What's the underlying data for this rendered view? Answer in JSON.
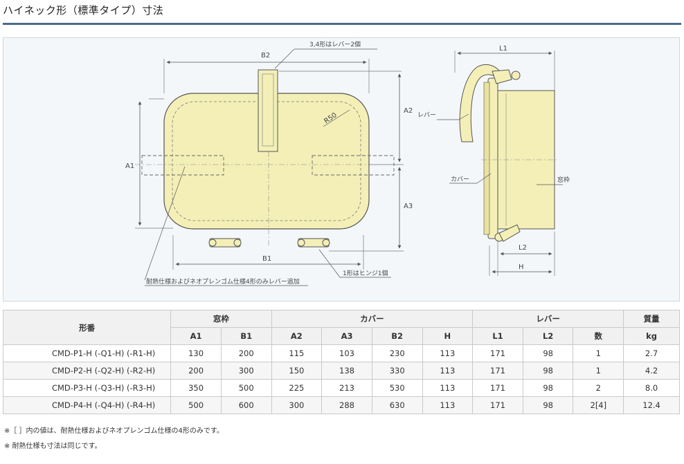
{
  "title": "ハイネック形（標準タイプ）寸法",
  "diagram": {
    "labels": {
      "b2": "B2",
      "lever_note": "3,4形はレバー2個",
      "r50": "R50",
      "a2": "A2",
      "a1": "A1",
      "a3": "A3",
      "b1": "B1",
      "hinge_note": "1形はヒンジ1個",
      "heat_note": "耐熱仕様およびネオプレンゴム仕様4形のみレバー追加",
      "l1": "L1",
      "lever": "レバー",
      "cover": "カバー",
      "frame": "窓枠",
      "l2": "L2",
      "h": "H"
    },
    "colors": {
      "fill": "#f3efb7",
      "stroke": "#555555",
      "line": "#666666"
    }
  },
  "table": {
    "headers": {
      "model": "形番",
      "frame": "窓枠",
      "cover": "カバー",
      "lever": "レバー",
      "mass": "質量",
      "a1": "A1",
      "b1": "B1",
      "a2": "A2",
      "a3": "A3",
      "b2": "B2",
      "h": "H",
      "l1": "L1",
      "l2": "L2",
      "count": "数",
      "kg": "kg"
    },
    "rows": [
      [
        "CMD-P1-H (-Q1-H) (-R1-H)",
        "130",
        "200",
        "115",
        "103",
        "230",
        "113",
        "171",
        "98",
        "1",
        "2.7"
      ],
      [
        "CMD-P2-H (-Q2-H) (-R2-H)",
        "200",
        "300",
        "150",
        "138",
        "330",
        "113",
        "171",
        "98",
        "1",
        "4.2"
      ],
      [
        "CMD-P3-H (-Q3-H) (-R3-H)",
        "350",
        "500",
        "225",
        "213",
        "530",
        "113",
        "171",
        "98",
        "2",
        "8.0"
      ],
      [
        "CMD-P4-H (-Q4-H) (-R4-H)",
        "500",
        "600",
        "300",
        "288",
        "630",
        "113",
        "171",
        "98",
        "2[4]",
        "12.4"
      ]
    ]
  },
  "notes": [
    "※［ ］内の値は、耐熱仕様およびネオプレンゴム仕様の4形のみです。",
    "※ 耐熱仕様も寸法は同じです。"
  ]
}
